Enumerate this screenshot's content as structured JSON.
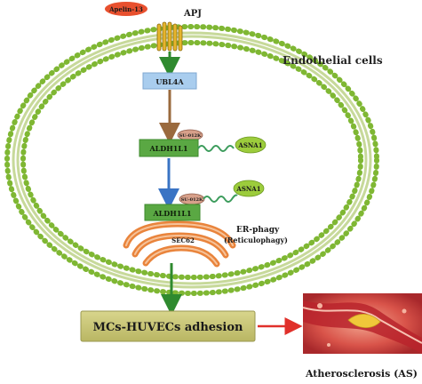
{
  "ligand": {
    "label": "Apelin-13"
  },
  "receptor": {
    "label": "APJ"
  },
  "cell": {
    "label": "Endothelial cells"
  },
  "nodes": {
    "ubl4a": "UBL4A",
    "aldh1l1_top": "ALDH1L1",
    "aldh1l1_bottom": "ALDH1L1",
    "sec62": "SEC62",
    "asna1_top": "ASNA1",
    "asna1_bottom": "ASNA1",
    "su_top": "SU-012K",
    "su_bottom": "SU-012K"
  },
  "er_phagy": {
    "line1": "ER-phagy",
    "line2": "(Reticulophagy)"
  },
  "outcome": {
    "label": "MCs-HUVECs adhesion"
  },
  "disease": {
    "label": "Atherosclerosis (AS)"
  },
  "colors": {
    "membrane_green": "#7fb733",
    "ubl4a_fill": "#a9cdee",
    "aldh_fill": "#5aa843",
    "asna_fill": "#9ccc3c",
    "su_fill": "#d7a08a",
    "ligand_fill": "#e8502e",
    "er_orange": "#e9843c",
    "outcome_fill": "#cbc877",
    "arrow_red": "#e0302a",
    "arrow_blue": "#3a74c4",
    "arrow_brown": "#9a6a3e",
    "arrow_green": "#2f8a2f"
  }
}
